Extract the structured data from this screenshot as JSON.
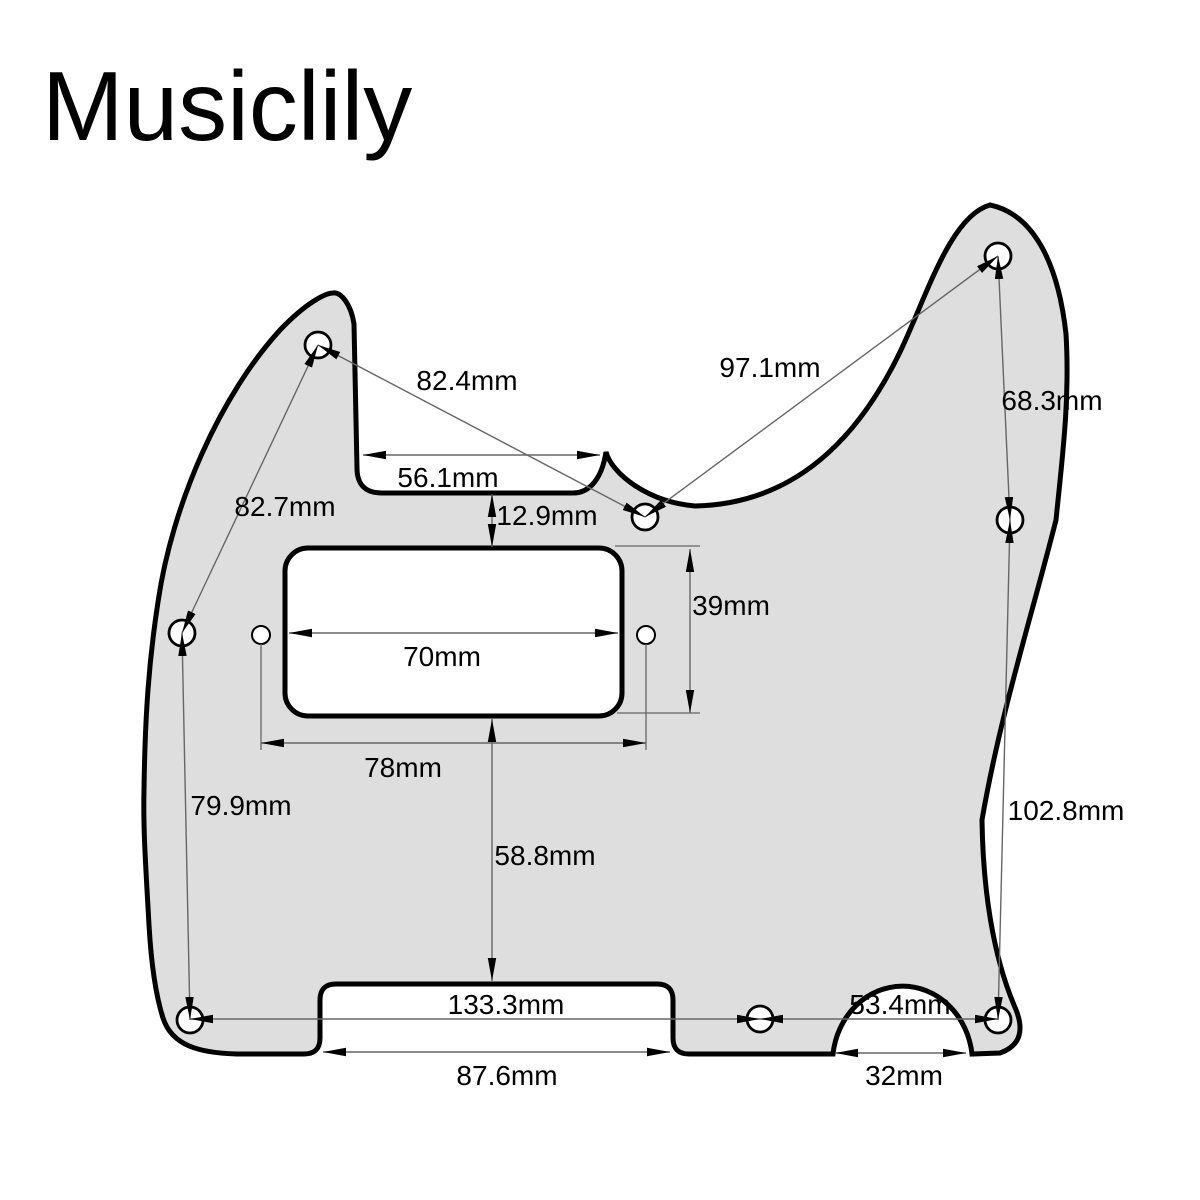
{
  "brand": {
    "logo": "Musiclily"
  },
  "diagram": {
    "part": "telecaster-pickguard-dimension-drawing",
    "unit": "mm",
    "colors": {
      "pickguard_fill": "#dedede",
      "outline": "#000000",
      "dimension_line": "#666666",
      "label": "#000000",
      "background": "#ffffff"
    },
    "dimensions": {
      "tl_to_mid_screw": "82.4mm",
      "mid_to_tr_screw": "97.1mm",
      "tr_to_right_screw": "68.3mm",
      "neck_notch_width": "56.1mm",
      "notch_to_pickup_gap": "12.9mm",
      "pickup_height": "39mm",
      "pickup_width": "70mm",
      "pickup_screw_spacing": "78mm",
      "tl_to_left_screw": "82.7mm",
      "left_to_bl_screw": "79.9mm",
      "pickup_to_bottom_edge": "58.8mm",
      "right_to_br_screw": "102.8mm",
      "bl_to_bm_screw": "133.3mm",
      "bm_to_br_screw": "53.4mm",
      "bottom_notch_width": "87.6mm",
      "semicircle_width": "32mm"
    }
  }
}
